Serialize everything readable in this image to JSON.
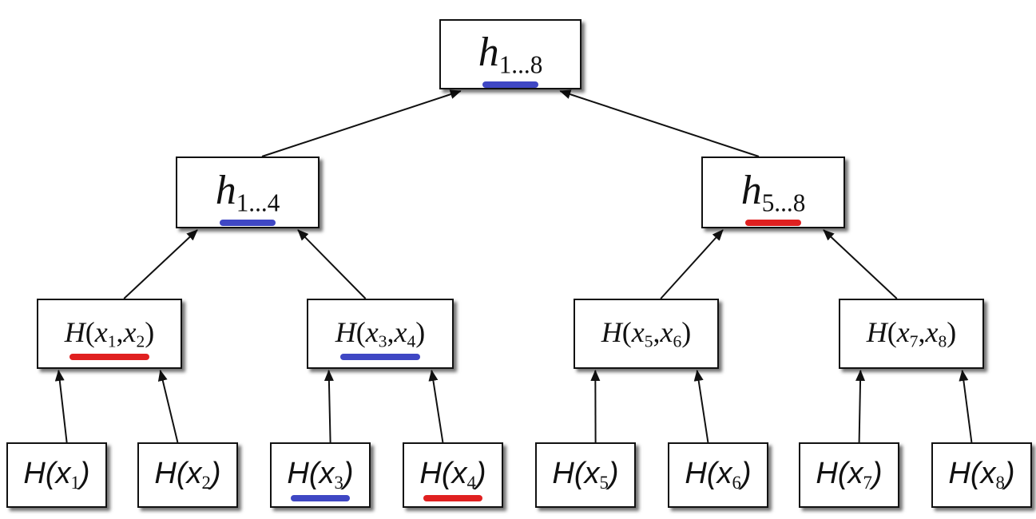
{
  "nodes": {
    "root": {
      "base": "h",
      "sub": "1...8",
      "underline": "blue"
    },
    "h14": {
      "base": "h",
      "sub": "1...4",
      "underline": "blue"
    },
    "h58": {
      "base": "h",
      "sub": "5...8",
      "underline": "red"
    },
    "p12": {
      "a": "x",
      "a_sub": "1",
      "b": "x",
      "b_sub": "2",
      "underline": "red"
    },
    "p34": {
      "a": "x",
      "a_sub": "3",
      "b": "x",
      "b_sub": "4",
      "underline": "blue"
    },
    "p56": {
      "a": "x",
      "a_sub": "5",
      "b": "x",
      "b_sub": "6",
      "underline": ""
    },
    "p78": {
      "a": "x",
      "a_sub": "7",
      "b": "x",
      "b_sub": "8",
      "underline": ""
    },
    "leaves": [
      {
        "arg": "x",
        "sub": "1",
        "underline": ""
      },
      {
        "arg": "x",
        "sub": "2",
        "underline": ""
      },
      {
        "arg": "x",
        "sub": "3",
        "underline": "blue"
      },
      {
        "arg": "x",
        "sub": "4",
        "underline": "red"
      },
      {
        "arg": "x",
        "sub": "5",
        "underline": ""
      },
      {
        "arg": "x",
        "sub": "6",
        "underline": ""
      },
      {
        "arg": "x",
        "sub": "7",
        "underline": ""
      },
      {
        "arg": "x",
        "sub": "8",
        "underline": ""
      }
    ]
  },
  "function_symbol": "H",
  "colors": {
    "blue": "#3f47c4",
    "red": "#e02020",
    "arrow": "#111111"
  },
  "edges": [
    [
      "n-h14",
      "n-root"
    ],
    [
      "n-h58",
      "n-root"
    ],
    [
      "n-p12",
      "n-h14"
    ],
    [
      "n-p34",
      "n-h14"
    ],
    [
      "n-p56",
      "n-h58"
    ],
    [
      "n-p78",
      "n-h58"
    ],
    [
      "n-l1",
      "n-p12"
    ],
    [
      "n-l2",
      "n-p12"
    ],
    [
      "n-l3",
      "n-p34"
    ],
    [
      "n-l4",
      "n-p34"
    ],
    [
      "n-l5",
      "n-p56"
    ],
    [
      "n-l6",
      "n-p56"
    ],
    [
      "n-l7",
      "n-p78"
    ],
    [
      "n-l8",
      "n-p78"
    ]
  ]
}
